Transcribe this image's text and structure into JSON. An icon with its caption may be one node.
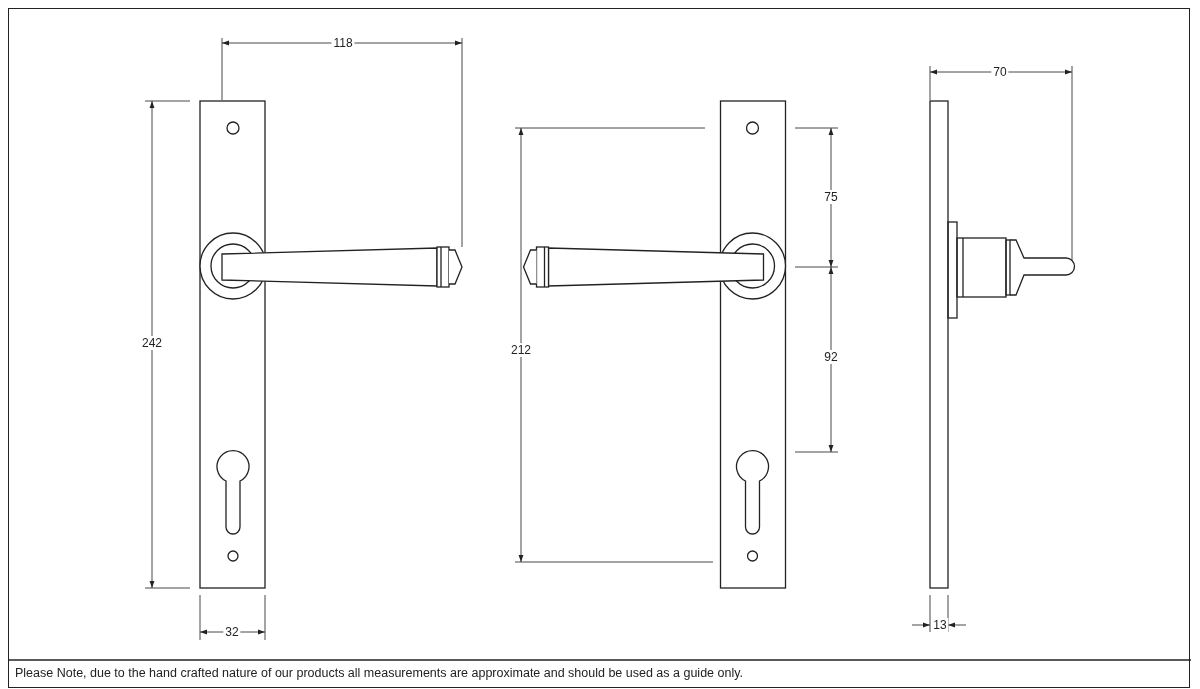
{
  "diagram": {
    "caption": "Please Note, due to the hand crafted nature of our products all measurements are approximate and should be used as a guide only.",
    "labels": [
      "118",
      "242",
      "32",
      "75",
      "212",
      "92",
      "70",
      "13"
    ]
  }
}
